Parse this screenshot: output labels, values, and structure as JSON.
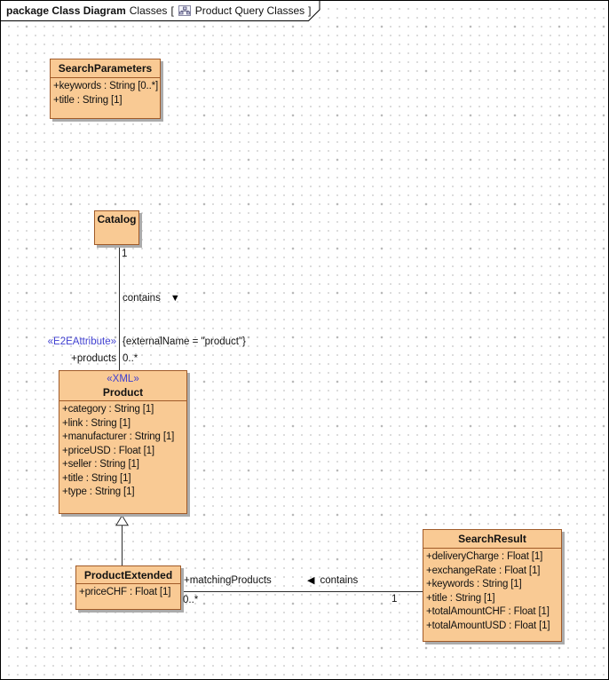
{
  "frame": {
    "kind": "package Class Diagram",
    "package_name": "Classes",
    "open_bracket": "[",
    "icon": "class-diagram-icon",
    "diagram_name": "Product Query Classes",
    "close_bracket": "]"
  },
  "colors": {
    "background": "#FFFFFF",
    "class_fill": "#F9CA94",
    "class_border": "#A05A28",
    "shadow": "#ABABAB",
    "stereotype_text": "#4040D0",
    "line": "#2B2B2B",
    "grid_dot": "#D2D2D2",
    "grid_cross": "#B9B9B9"
  },
  "classes": [
    {
      "name": "SearchParameters",
      "attributes": [
        "+keywords : String [0..*]",
        "+title : String [1]"
      ]
    },
    {
      "name": "Catalog",
      "attributes": []
    },
    {
      "stereotype": "«XML»",
      "name": "Product",
      "attributes": [
        "+category : String [1]",
        "+link : String [1]",
        "+manufacturer : String [1]",
        "+priceUSD : Float [1]",
        "+seller : String [1]",
        "+title : String [1]",
        "+type : String [1]"
      ]
    },
    {
      "name": "ProductExtended",
      "attributes": [
        "+priceCHF : Float [1]"
      ]
    },
    {
      "name": "SearchResult",
      "attributes": [
        "+deliveryCharge : Float [1]",
        "+exchangeRate : Float [1]",
        "+keywords : String [1]",
        "+title : String [1]",
        "+totalAmountCHF : Float [1]",
        "+totalAmountUSD : Float [1]"
      ]
    }
  ],
  "relationships": {
    "catalog_contains_product": {
      "source_multiplicity": "1",
      "name_label": "contains",
      "direction_icon": "▼",
      "stereotype": "«E2EAttribute»",
      "constraint": "{externalName = \"product\"}",
      "target_role": "+products",
      "target_multiplicity": "0..*"
    },
    "searchresult_contains_products": {
      "target_role": "+matchingProducts",
      "name_label": "contains",
      "direction_icon": "◀",
      "target_multiplicity": "0..*",
      "source_multiplicity": "1"
    }
  }
}
